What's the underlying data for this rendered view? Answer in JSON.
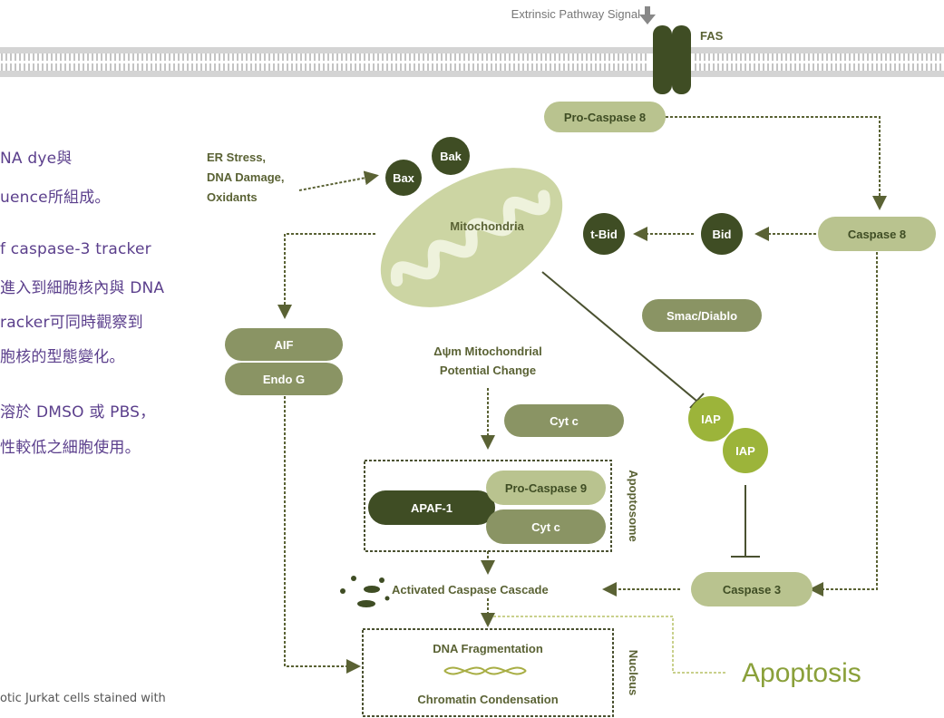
{
  "left_text": {
    "line1": "NA dye與",
    "line2": "uence所組成。",
    "line3": "f caspase-3 tracker",
    "line4": "進入到細胞核內與 DNA",
    "line5": "racker可同時觀察到",
    "line6": "胞核的型態變化。",
    "line7": "溶於 DMSO 或 PBS，",
    "line8": "性較低之細胞使用。",
    "caption": "otic Jurkat cells stained with"
  },
  "diagram": {
    "extrinsic_signal": "Extrinsic Pathway Signal",
    "fas": "FAS",
    "pro_caspase_8": "Pro-Caspase 8",
    "er_stress": [
      "ER Stress,",
      "DNA Damage,",
      "Oxidants"
    ],
    "bax": "Bax",
    "bak": "Bak",
    "mitochondria": "Mitochondria",
    "t_bid": "t-Bid",
    "bid": "Bid",
    "caspase_8": "Caspase 8",
    "smac_diablo": "Smac/Diablo",
    "aif": "AIF",
    "endo_g": "Endo G",
    "delta_psi": [
      "Δψm Mitochondrial",
      "Potential Change"
    ],
    "cyt_c_free": "Cyt c",
    "iap_1": "IAP",
    "iap_2": "IAP",
    "apaf_1": "APAF-1",
    "pro_caspase_9": "Pro-Caspase 9",
    "cyt_c_complex": "Cyt c",
    "apoptosome": "Apoptosome",
    "activated_caspase_cascade": "Activated Caspase Cascade",
    "caspase_3": "Caspase 3",
    "dna_fragmentation": "DNA Fragmentation",
    "chromatin_condensation": "Chromatin Condensation",
    "nucleus": "Nucleus",
    "apoptosis": "Apoptosis"
  },
  "colors": {
    "dark_green": "#3f4d24",
    "mid_olive": "#8a9464",
    "light_olive": "#b9c38f",
    "pale_green": "#cdd6a4",
    "bright_green": "#9cb43a",
    "membrane": "#c7c7c7",
    "purple_text": "#5b3f8c"
  }
}
